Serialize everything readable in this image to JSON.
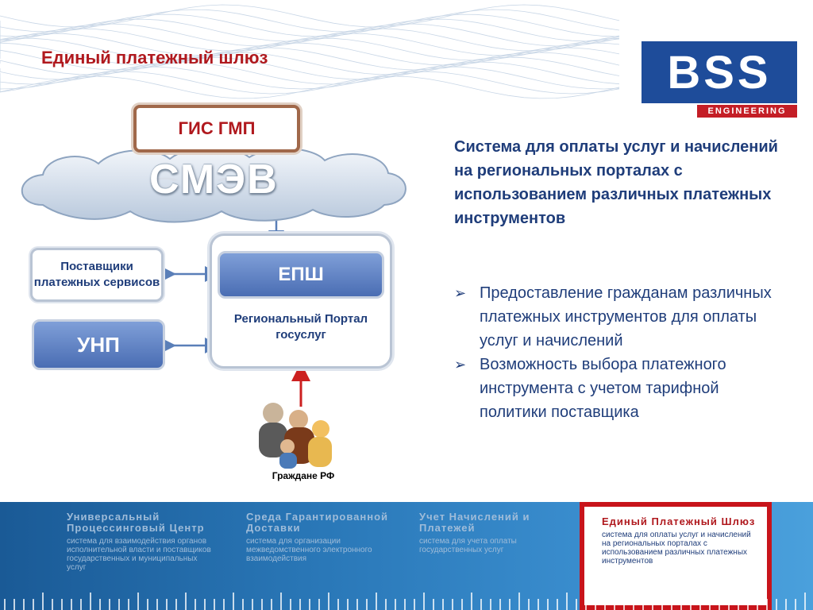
{
  "slide": {
    "title": "Единый платежный шлюз"
  },
  "logo": {
    "main": "BSS",
    "sub": "ENGINEERING",
    "colors": {
      "blue": "#1e4c9a",
      "red": "#c41e26"
    }
  },
  "diagram": {
    "gis": "ГИС ГМП",
    "smev": "СМЭВ",
    "suppliers": "Поставщики платежных сервисов",
    "unp": "УНП",
    "epsh": "ЕПШ",
    "portal": "Региональный Портал госуслуг",
    "citizens": "Граждане РФ",
    "icons": [
      "cloud-icon",
      "people-group-icon",
      "double-arrow-icon",
      "up-arrow-icon"
    ]
  },
  "right": {
    "heading": "Система для оплаты услуг и начислений на региональных порталах с использованием различных платежных инструментов",
    "bullets": [
      "Предоставление гражданам различных платежных инструментов для оплаты услуг и начислений",
      "Возможность выбора платежного инструмента с учетом тарифной политики поставщика"
    ]
  },
  "banner": {
    "panels": [
      {
        "title": "Универсальный Процессинговый Центр",
        "desc": "система для взаимодействия органов исполнительной власти и поставщиков государственных и муниципальных услуг"
      },
      {
        "title": "Среда Гарантированной Доставки",
        "desc": "система для организации межведомственного электронного взаимодействия"
      },
      {
        "title": "Учет Начислений и Платежей",
        "desc": "система для учета оплаты государственных услуг"
      },
      {
        "title": "Единый Платежный Шлюз",
        "desc": "система для оплаты услуг и начислений на региональных порталах с использованием различных платежных инструментов"
      }
    ],
    "colors": {
      "highlight": "#c8141b",
      "accent": "#b0191e"
    }
  }
}
